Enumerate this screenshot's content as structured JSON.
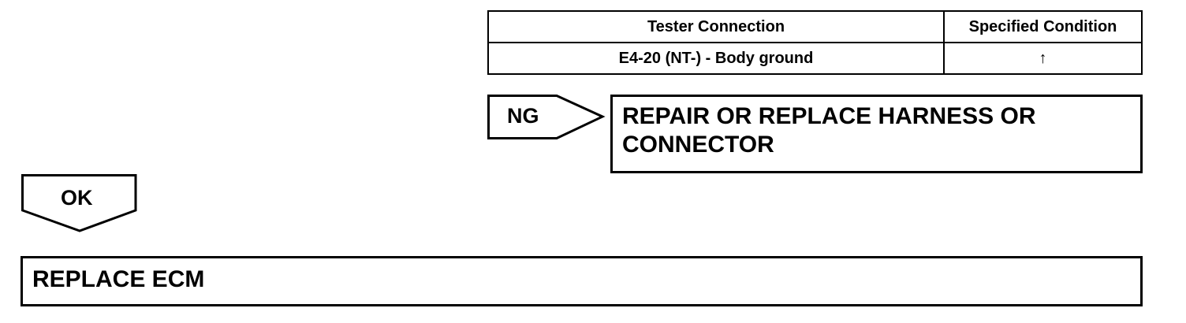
{
  "table": {
    "headers": [
      "Tester Connection",
      "Specified Condition"
    ],
    "rows": [
      [
        "E4-20 (NT-) - Body ground",
        "↑"
      ]
    ]
  },
  "ng_branch": {
    "label": "NG",
    "result": "REPAIR OR REPLACE HARNESS OR CONNECTOR"
  },
  "ok_branch": {
    "label": "OK",
    "result": "REPLACE ECM"
  }
}
